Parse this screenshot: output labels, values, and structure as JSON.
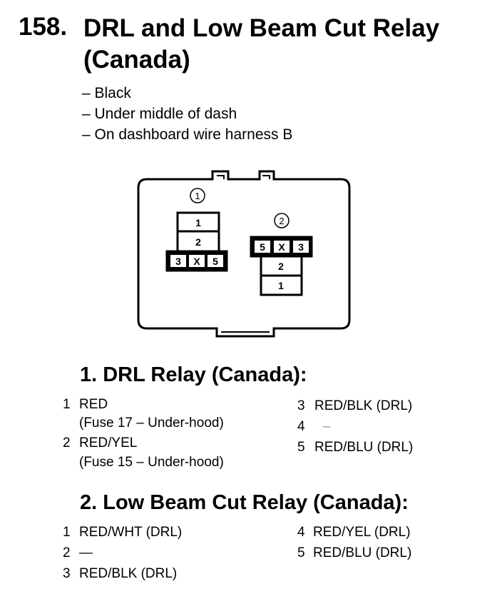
{
  "header": {
    "number": "158.",
    "title_line1": "DRL and Low Beam Cut Relay",
    "title_line2": "(Canada)"
  },
  "bullets": [
    "– Black",
    "– Under middle of dash",
    "– On dashboard wire harness B"
  ],
  "diagram": {
    "connector1": {
      "label": "①",
      "cavities": [
        "1",
        "2",
        "3",
        "X",
        "5"
      ]
    },
    "connector2": {
      "label": "②",
      "cavities": [
        "5",
        "X",
        "3",
        "2",
        "1"
      ]
    }
  },
  "section1": {
    "title": "1. DRL Relay (Canada):",
    "left": [
      {
        "pin": "1",
        "wire": "RED",
        "note": "(Fuse 17 – Under-hood)"
      },
      {
        "pin": "2",
        "wire": "RED/YEL",
        "note": "(Fuse 15 – Under-hood)"
      }
    ],
    "right": [
      {
        "pin": "3",
        "wire": "RED/BLK (DRL)"
      },
      {
        "pin": "4",
        "wire": "–"
      },
      {
        "pin": "5",
        "wire": "RED/BLU (DRL)"
      }
    ]
  },
  "section2": {
    "title": "2. Low Beam Cut Relay (Canada):",
    "left": [
      {
        "pin": "1",
        "wire": "RED/WHT (DRL)"
      },
      {
        "pin": "2",
        "wire": "—"
      },
      {
        "pin": "3",
        "wire": "RED/BLK (DRL)"
      }
    ],
    "right": [
      {
        "pin": "4",
        "wire": "RED/YEL (DRL)"
      },
      {
        "pin": "5",
        "wire": "RED/BLU (DRL)"
      }
    ]
  }
}
